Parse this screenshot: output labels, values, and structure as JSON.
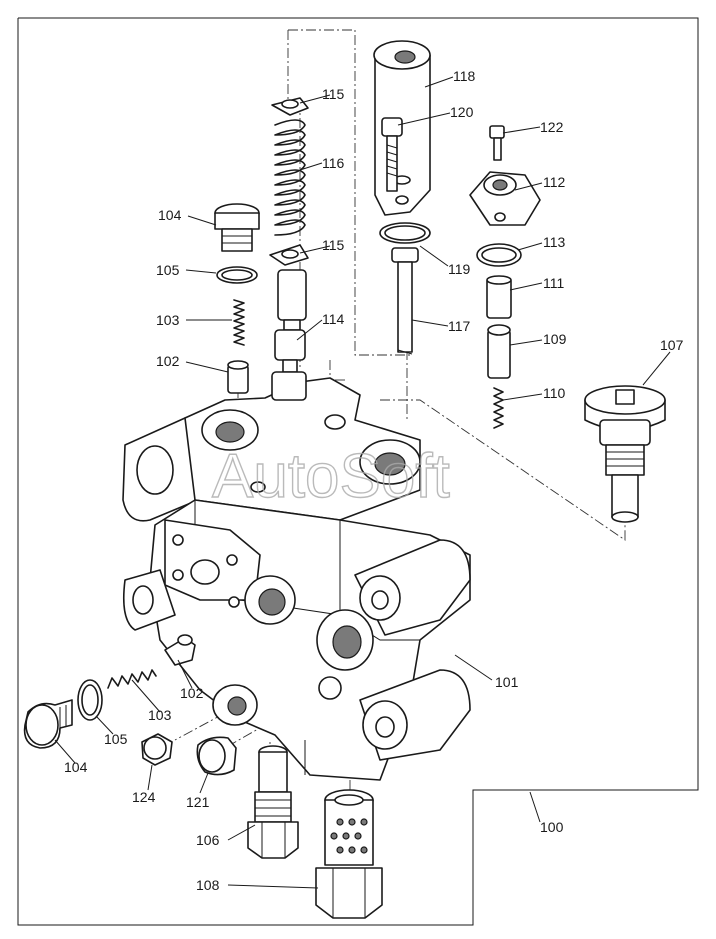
{
  "watermark": "AutoSoft",
  "labels": {
    "p100": "100",
    "p101": "101",
    "p102a": "102",
    "p102b": "102",
    "p103a": "103",
    "p103b": "103",
    "p104a": "104",
    "p104b": "104",
    "p105a": "105",
    "p105b": "105",
    "p106": "106",
    "p107": "107",
    "p108": "108",
    "p109": "109",
    "p110": "110",
    "p111": "111",
    "p112": "112",
    "p113": "113",
    "p114": "114",
    "p115a": "115",
    "p115b": "115",
    "p116": "116",
    "p117": "117",
    "p118": "118",
    "p119": "119",
    "p120": "120",
    "p121": "121",
    "p122": "122",
    "p124": "124"
  }
}
